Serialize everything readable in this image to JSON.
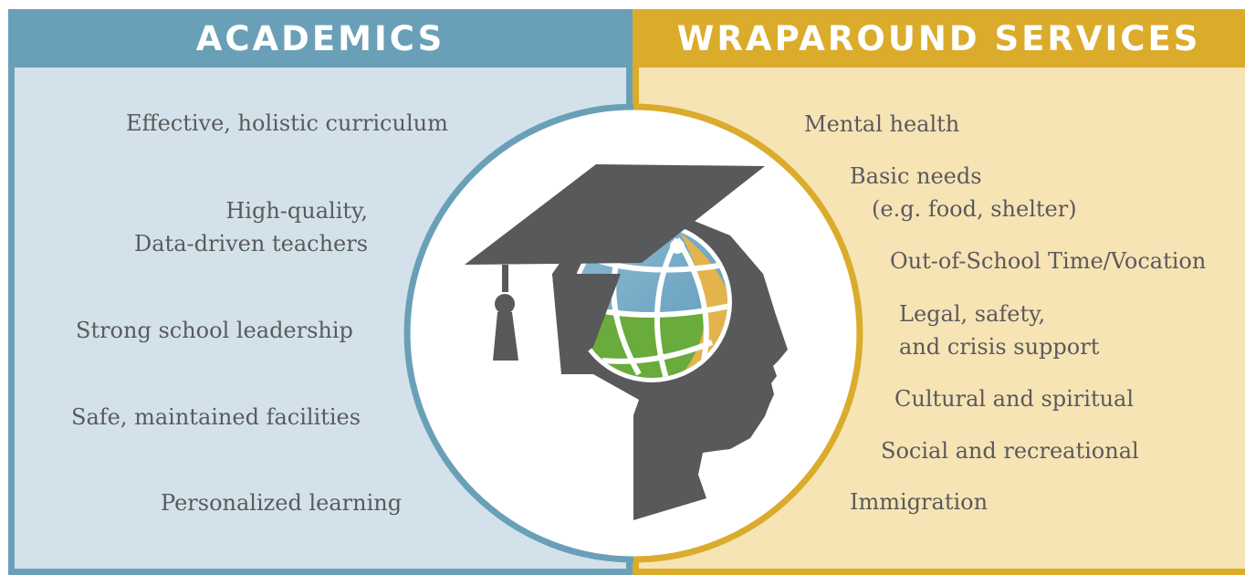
{
  "headers": {
    "academics": "ACADEMICS",
    "wraparound": "WRAPAROUND SERVICES"
  },
  "academics_items": [
    [
      "Effective, holistic curriculum"
    ],
    [
      "High-quality,",
      "Data-driven teachers"
    ],
    [
      "Strong school leadership"
    ],
    [
      "Safe, maintained facilities"
    ],
    [
      "Personalized learning"
    ]
  ],
  "wraparound_items": [
    [
      "Mental health"
    ],
    [
      "Basic needs",
      "(e.g. food, shelter)"
    ],
    [
      "Out-of-School Time/Vocation"
    ],
    [
      "Legal, safety,",
      "and crisis support"
    ],
    [
      "Cultural and spiritual"
    ],
    [
      "Social and recreational"
    ],
    [
      "Immigration"
    ]
  ],
  "colors": {
    "academics": "#6aa0b7",
    "wraparound": "#dbab2c",
    "head": "#58595b",
    "globe_blue": "#6ea5c4",
    "globe_green": "#69ab3c",
    "globe_gold": "#e3b44c"
  },
  "icons": [
    "graduation-cap-icon",
    "head-silhouette-icon",
    "globe-icon"
  ]
}
